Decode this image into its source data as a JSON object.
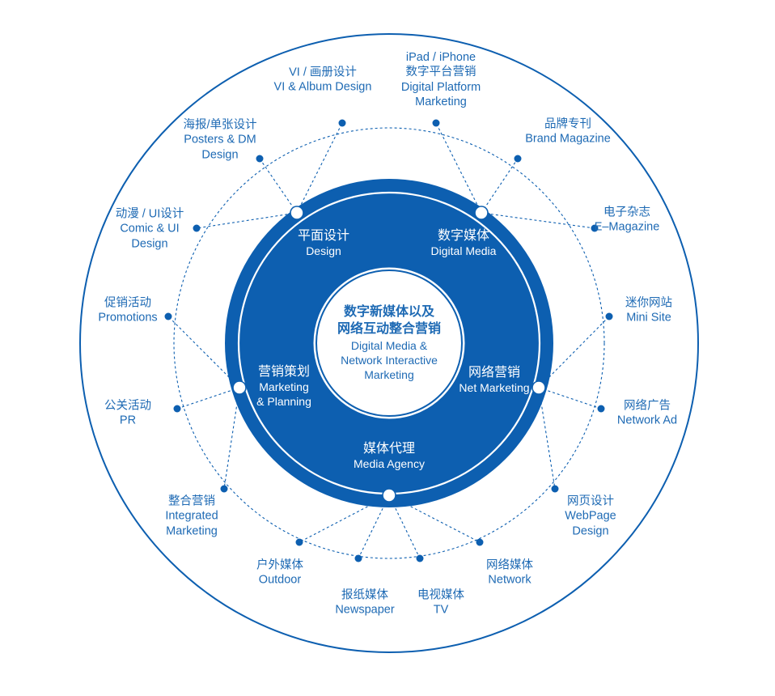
{
  "center": {
    "zh": [
      "数字新媒体以及",
      "网络互动整合营销"
    ],
    "en": [
      "Digital Media &",
      "Network Interactive",
      "Marketing"
    ]
  },
  "hubs": [
    {
      "id": "design",
      "zh": "平面设计",
      "en": [
        "Design"
      ]
    },
    {
      "id": "digital-media",
      "zh": "数字媒体",
      "en": [
        "Digital Media"
      ]
    },
    {
      "id": "marketing-planning",
      "zh": "营销策划",
      "en": [
        "Marketing",
        "& Planning"
      ]
    },
    {
      "id": "net-marketing",
      "zh": "网络营销",
      "en": [
        "Net Marketing"
      ]
    },
    {
      "id": "media-agency",
      "zh": "媒体代理",
      "en": [
        "Media Agency"
      ]
    }
  ],
  "leaves": [
    {
      "id": "vi-album",
      "hub": "design",
      "lines": [
        "VI / 画册设计",
        "VI & Album Design"
      ]
    },
    {
      "id": "posters-dm",
      "hub": "design",
      "lines": [
        "海报/单张设计",
        "Posters & DM",
        "Design"
      ]
    },
    {
      "id": "comic-ui",
      "hub": "design",
      "lines": [
        "动漫 / UI设计",
        "Comic & UI",
        "Design"
      ]
    },
    {
      "id": "ipad-iphone",
      "hub": "digital-media",
      "lines": [
        "iPad / iPhone",
        "数字平台营销",
        "Digital Platform",
        "Marketing"
      ]
    },
    {
      "id": "brand-magazine",
      "hub": "digital-media",
      "lines": [
        "品牌专刊",
        "Brand Magazine"
      ]
    },
    {
      "id": "e-magazine",
      "hub": "digital-media",
      "lines": [
        "电子杂志",
        "E–Magazine"
      ]
    },
    {
      "id": "promotions",
      "hub": "marketing-planning",
      "lines": [
        "促销活动",
        "Promotions"
      ]
    },
    {
      "id": "pr",
      "hub": "marketing-planning",
      "lines": [
        "公关活动",
        "PR"
      ]
    },
    {
      "id": "integrated-marketing",
      "hub": "marketing-planning",
      "lines": [
        "整合营销",
        "Integrated",
        "Marketing"
      ]
    },
    {
      "id": "mini-site",
      "hub": "net-marketing",
      "lines": [
        "迷你网站",
        "Mini Site"
      ]
    },
    {
      "id": "network-ad",
      "hub": "net-marketing",
      "lines": [
        "网络广告",
        "Network Ad"
      ]
    },
    {
      "id": "webpage-design",
      "hub": "net-marketing",
      "lines": [
        "网页设计",
        "WebPage",
        "Design"
      ]
    },
    {
      "id": "outdoor",
      "hub": "media-agency",
      "lines": [
        "户外媒体",
        "Outdoor"
      ]
    },
    {
      "id": "newspaper",
      "hub": "media-agency",
      "lines": [
        "报纸媒体",
        "Newspaper"
      ]
    },
    {
      "id": "tv",
      "hub": "media-agency",
      "lines": [
        "电视媒体",
        "TV"
      ]
    },
    {
      "id": "network",
      "hub": "media-agency",
      "lines": [
        "网络媒体",
        "Network"
      ]
    }
  ],
  "colors": {
    "brand_blue": "#0d5fb0",
    "text_blue": "#1e6ab4",
    "white": "#ffffff"
  }
}
